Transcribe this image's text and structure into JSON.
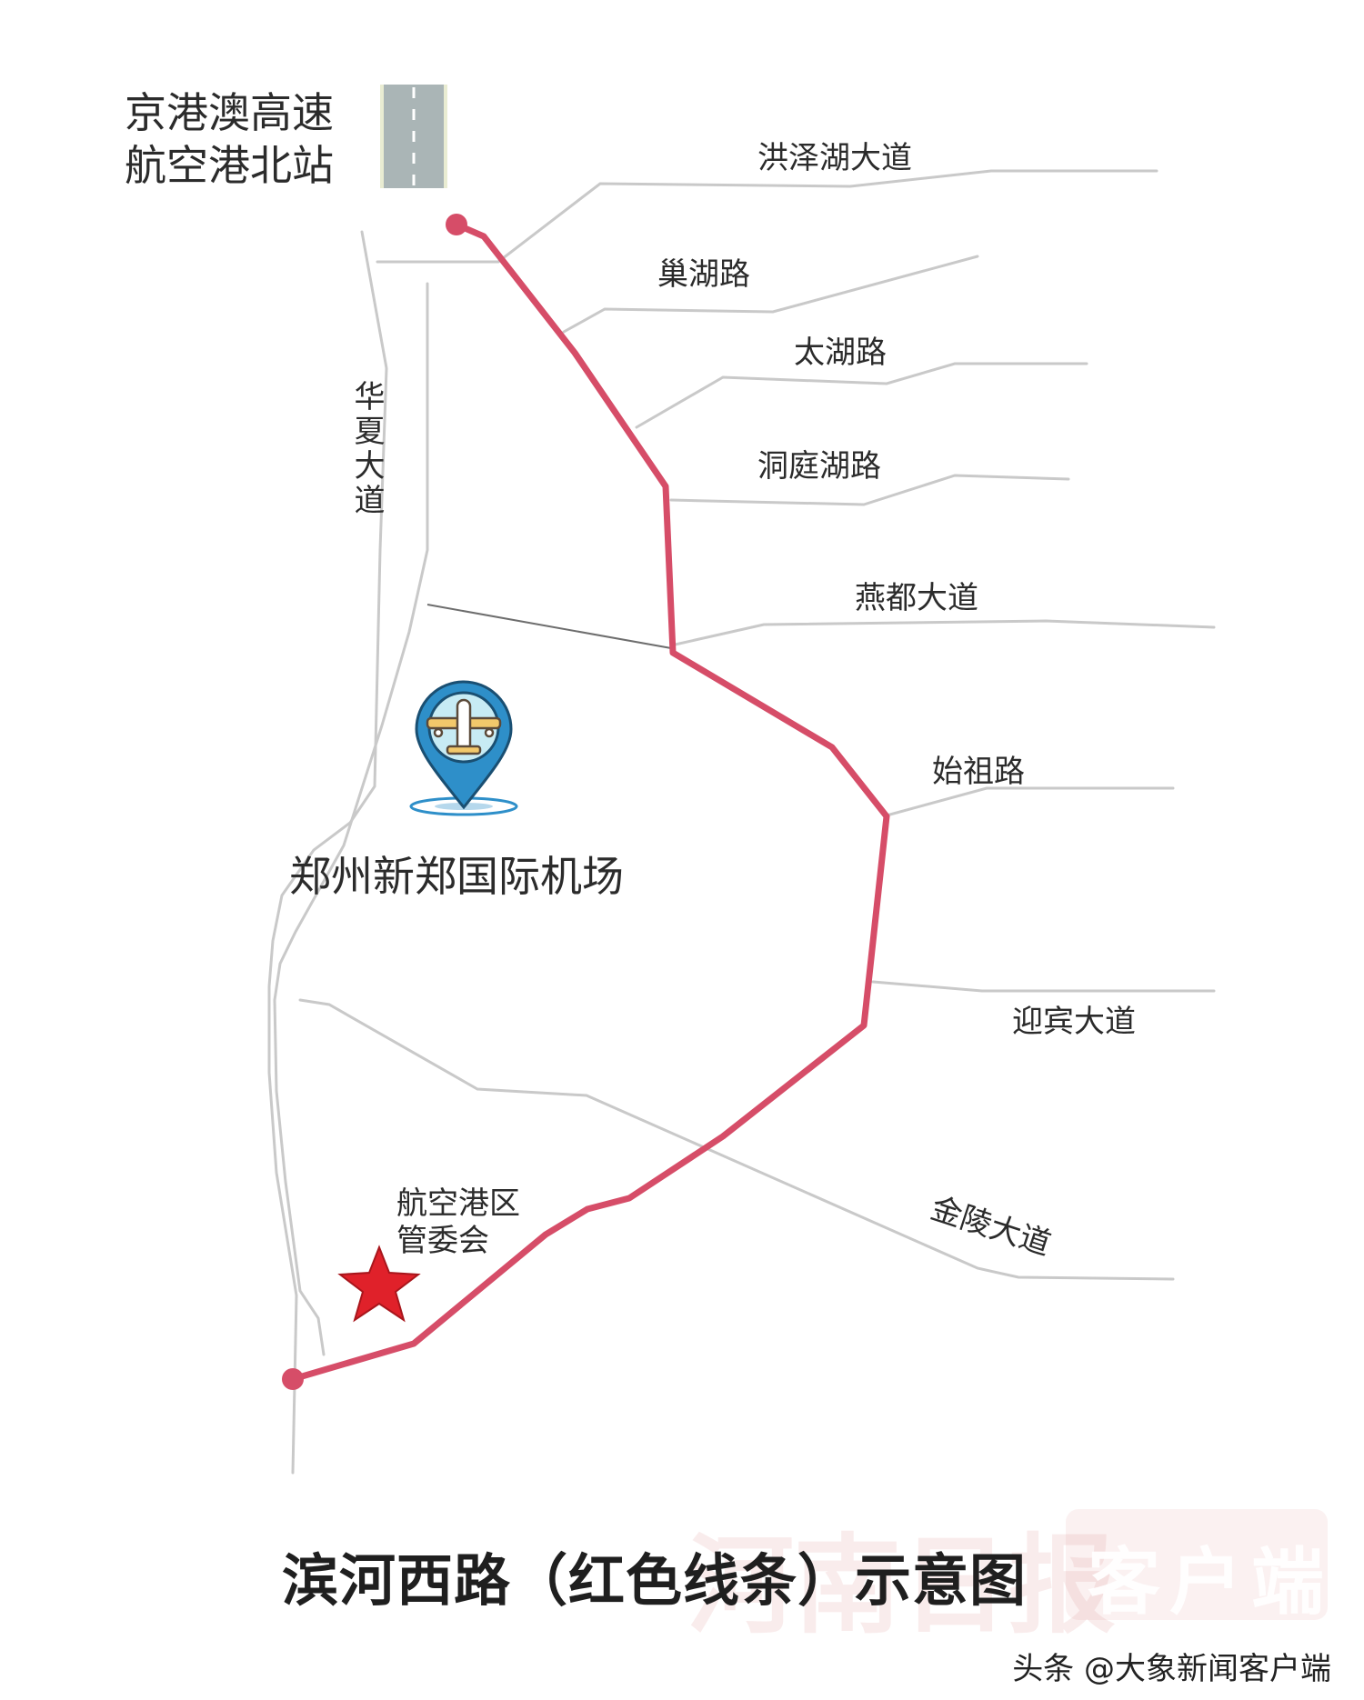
{
  "map": {
    "top_left_label_line1": "京港澳高速",
    "top_left_label_line2": "航空港北站",
    "roads": {
      "hongzehu": "洪泽湖大道",
      "chaohu": "巢湖路",
      "taihu": "太湖路",
      "dongtinghu": "洞庭湖路",
      "yandu": "燕都大道",
      "shizu": "始祖路",
      "yingbin": "迎宾大道",
      "jinling": "金陵大道",
      "huaxia": "华夏大道"
    },
    "airport_label": "郑州新郑国际机场",
    "committee_label_line1": "航空港区",
    "committee_label_line2": "管委会",
    "route_color": "#d64d68",
    "road_color": "#c9c9c9",
    "icons": [
      "highway-icon",
      "airport-pin-icon",
      "airplane-icon",
      "star-marker-icon"
    ]
  },
  "caption": {
    "title": "滨河西路（红色线条）示意图",
    "credit": "头条 @大象新闻客户端"
  },
  "watermark": {
    "brand": "河南日报",
    "badge": "客户端"
  }
}
